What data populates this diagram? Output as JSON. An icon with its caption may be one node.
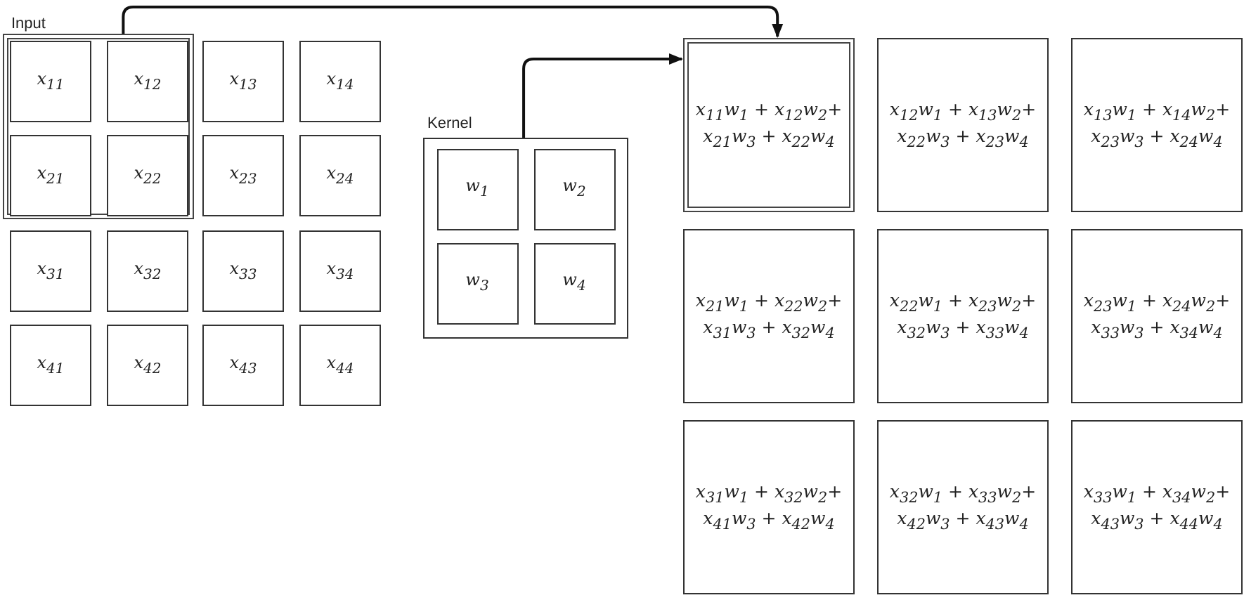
{
  "diagram": {
    "nodes": [
      {
        "text": [
          "Input"
        ]
      },
      {
        "text": [
          "x$_{11}$"
        ],
        "in": 0
      },
      {
        "text": [
          "x$_{12}$"
        ],
        "in": 0
      },
      {
        "text": [
          "x$_{13}$"
        ]
      },
      {
        "text": [
          "x$_{14}$"
        ]
      },
      {
        "text": [
          "x$_{21}$"
        ],
        "in": 0
      },
      {
        "text": [
          "x$_{22}$"
        ],
        "in": 0
      },
      {
        "text": [
          "x$_{23}$"
        ]
      },
      {
        "text": [
          "x$_{24}$"
        ]
      },
      {
        "text": [
          "x$_{31}$"
        ]
      },
      {
        "text": [
          "x$_{32}$"
        ]
      },
      {
        "text": [
          "x$_{33}$"
        ]
      },
      {
        "text": [
          "x$_{34}$"
        ]
      },
      {
        "text": [
          "x$_{41}$"
        ]
      },
      {
        "text": [
          "x$_{42}$"
        ]
      },
      {
        "text": [
          "x$_{43}$"
        ]
      },
      {
        "text": [
          "x$_{44}$"
        ]
      },
      {
        "text": [
          "Kernel"
        ]
      },
      {
        "text": [
          "w$_{1}$"
        ],
        "in": 17
      },
      {
        "text": [
          "w$_{2}$"
        ],
        "in": 17
      },
      {
        "text": [
          "w$_{3}$"
        ],
        "in": 17
      },
      {
        "text": [
          "w$_{4}$"
        ],
        "in": 17
      },
      {
        "text": [
          "x$_{11}$w$_{1}$ + x$_{12}$w$_{2}$+ x$_{21}$w$_{3}$ + x$_{22}$w$_{4}$"
        ]
      },
      {
        "text": [
          "x$_{12}$w$_{1}$ + x$_{13}$w$_{2}$+ x$_{22}$w$_{3}$ + x$_{23}$w$_{4}$"
        ]
      },
      {
        "text": [
          "x$_{13}$w$_{1}$ + x$_{14}$w$_{2}$+ x$_{23}$w$_{3}$ + x$_{24}$w$_{4}$"
        ]
      },
      {
        "text": [
          "x$_{21}$w$_{1}$ + x$_{22}$w$_{2}$+ x$_{31}$w$_{3}$ + x$_{32}$w$_{4}$"
        ]
      },
      {
        "text": [
          "x$_{22}$w$_{1}$ + x$_{23}$w$_{2}$+ x$_{32}$w$_{3}$ + x$_{33}$w$_{4}$"
        ]
      },
      {
        "text": [
          "x$_{23}$w$_{1}$ + x$_{24}$w$_{2}$+ x$_{33}$w$_{3}$ + x$_{34}$w$_{4}$"
        ]
      },
      {
        "text": [
          "x$_{31}$w$_{1}$ + x$_{32}$w$_{2}$+ x$_{41}$w$_{3}$ + x$_{42}$w$_{4}$"
        ]
      },
      {
        "text": [
          "x$_{32}$w$_{1}$ + x$_{33}$w$_{2}$+ x$_{42}$w$_{3}$ + x$_{43}$w$_{4}$"
        ]
      },
      {
        "text": [
          "x$_{33}$w$_{1}$ + x$_{34}$w$_{2}$+ x$_{43}$w$_{3}$ + x$_{44}$w$_{4}$"
        ]
      }
    ],
    "edges": [
      {
        "from": 0,
        "to": 22,
        "arrow": "to"
      },
      {
        "from": 17,
        "to": 22,
        "arrow": "to"
      }
    ]
  }
}
